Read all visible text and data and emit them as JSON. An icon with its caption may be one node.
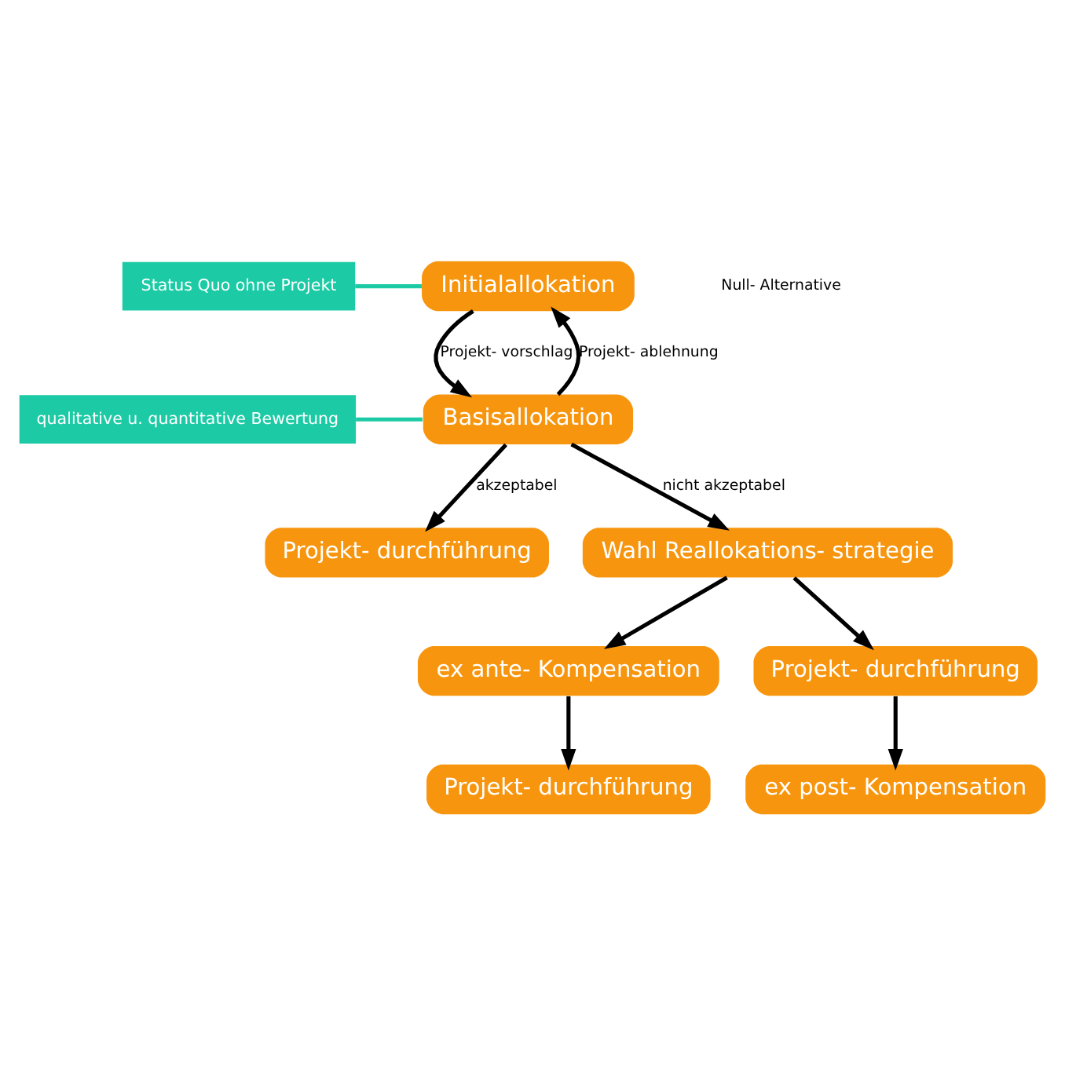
{
  "diagram": {
    "nodes": [
      {
        "text": [
          "Status Quo ohne Projekt"
        ]
      },
      {
        "text": [
          "Initialallokation"
        ]
      },
      {
        "text": [
          "qualitative u. quantitative Bewertung"
        ]
      },
      {
        "text": [
          "Basisallokation"
        ]
      },
      {
        "text": [
          "Projekt- durchführung"
        ]
      },
      {
        "text": [
          "Wahl Reallokations- strategie"
        ]
      },
      {
        "text": [
          "ex ante- Kompensation"
        ]
      },
      {
        "text": [
          "Projekt- durchführung"
        ]
      },
      {
        "text": [
          "Projekt- durchführung"
        ]
      },
      {
        "text": [
          "ex post- Kompensation"
        ]
      }
    ],
    "edges": [
      {
        "from": 0,
        "to": 1,
        "arrow": "none",
        "color": "#1ccba5"
      },
      {
        "from": 1,
        "to": 3,
        "arrow": "to",
        "label": "Projekt- vorschlag"
      },
      {
        "from": 3,
        "to": 1,
        "arrow": "to",
        "label": "Projekt- ablehnung"
      },
      {
        "from": 2,
        "to": 3,
        "arrow": "none",
        "color": "#1ccba5"
      },
      {
        "from": 3,
        "to": 4,
        "arrow": "to",
        "label": "akzeptabel"
      },
      {
        "from": 3,
        "to": 5,
        "arrow": "to",
        "label": "nicht akzeptabel"
      },
      {
        "from": 5,
        "to": 6,
        "arrow": "to"
      },
      {
        "from": 5,
        "to": 7,
        "arrow": "to"
      },
      {
        "from": 6,
        "to": 8,
        "arrow": "to"
      },
      {
        "from": 7,
        "to": 9,
        "arrow": "to"
      }
    ],
    "labels": [
      "Null- Alternative"
    ]
  }
}
